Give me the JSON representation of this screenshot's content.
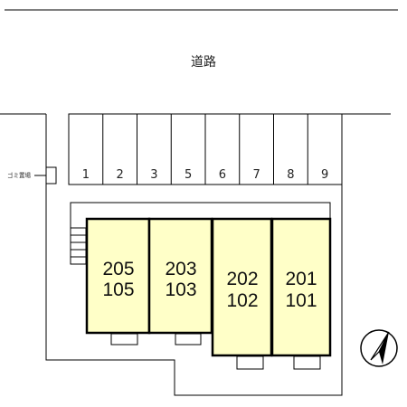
{
  "road": {
    "label": "道路"
  },
  "garbage": {
    "label": "ゴミ置場"
  },
  "parking": {
    "spaces": [
      "1",
      "2",
      "3",
      "5",
      "6",
      "7",
      "8",
      "9"
    ]
  },
  "units": [
    {
      "upper": "205",
      "lower": "105"
    },
    {
      "upper": "203",
      "lower": "103"
    },
    {
      "upper": "202",
      "lower": "102"
    },
    {
      "upper": "201",
      "lower": "101"
    }
  ],
  "colors": {
    "unit_fill": "#ffffc8",
    "line": "#000000"
  },
  "compass": {
    "icon": "north-arrow-icon"
  }
}
